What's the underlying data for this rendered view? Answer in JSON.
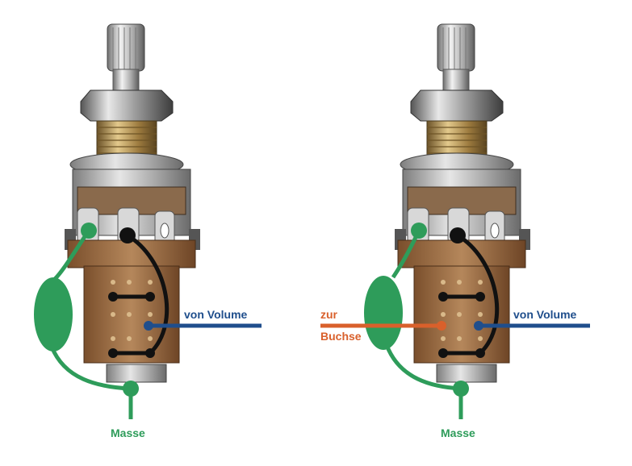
{
  "colors": {
    "ground": "#2e9c5a",
    "volume": "#1f4e8c",
    "jack": "#d9602b",
    "bridge": "#111111",
    "pcb": "#9a6a42",
    "brass": "#b08a4a",
    "metal": "#c9c9c9"
  },
  "left": {
    "volume_label": "von Volume",
    "ground_label": "Masse"
  },
  "right": {
    "jack_label_line1": "zur",
    "jack_label_line2": "Buchse",
    "volume_label": "von Volume",
    "ground_label": "Masse"
  }
}
